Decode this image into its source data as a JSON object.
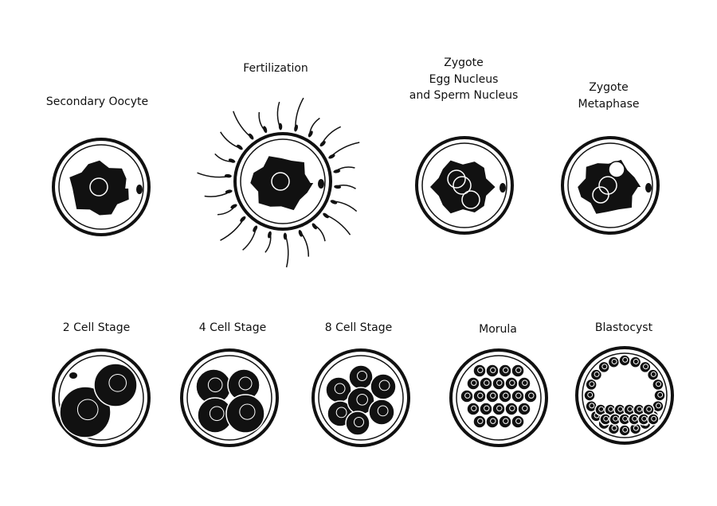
{
  "stages": [
    {
      "id": "secondary-oocyte",
      "label_lines": [
        "Secondary Oocyte"
      ]
    },
    {
      "id": "fertilization",
      "label_lines": [
        "Fertilization"
      ]
    },
    {
      "id": "zygote-nuclei",
      "label_lines": [
        "Zygote",
        "Egg Nucleus",
        "and Sperm Nucleus"
      ]
    },
    {
      "id": "zygote-metaphase",
      "label_lines": [
        "Zygote",
        "Metaphase"
      ]
    },
    {
      "id": "two-cell",
      "label_lines": [
        "2 Cell Stage"
      ]
    },
    {
      "id": "four-cell",
      "label_lines": [
        "4 Cell Stage"
      ]
    },
    {
      "id": "eight-cell",
      "label_lines": [
        "8 Cell Stage"
      ]
    },
    {
      "id": "morula",
      "label_lines": [
        "Morula"
      ]
    },
    {
      "id": "blastocyst",
      "label_lines": [
        "Blastocyst"
      ]
    }
  ],
  "colors": {
    "ink": "#111111",
    "background": "#ffffff"
  }
}
